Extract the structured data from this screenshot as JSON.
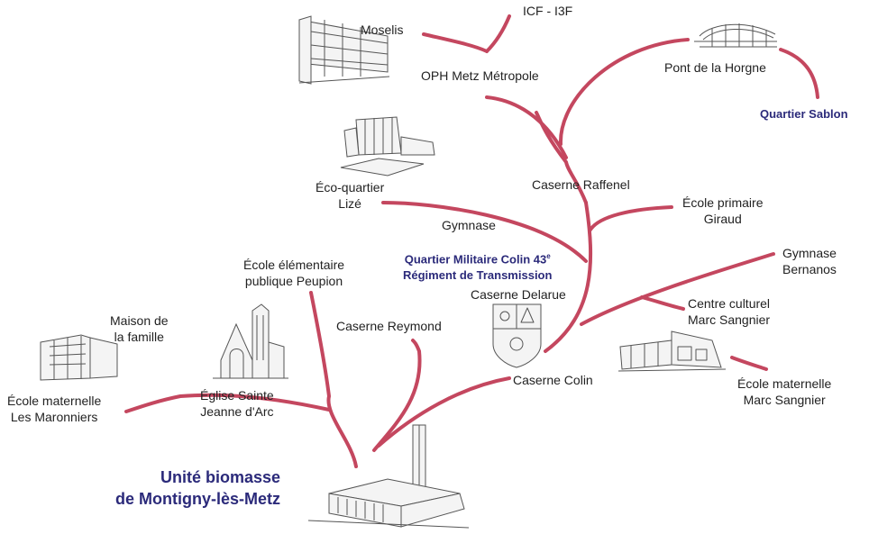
{
  "colors": {
    "branch": "#c4475f",
    "accent": "#2b2a7a",
    "text": "#222222",
    "sketch": "#555555"
  },
  "main": {
    "line1": "Unité biomasse",
    "line2": "de Montigny-lès-Metz"
  },
  "areas": {
    "sablon": "Quartier Sablon",
    "colin_line1": "Quartier Militaire Colin 43",
    "colin_sup": "e",
    "colin_line2": "Régiment de Transmission"
  },
  "nodes": {
    "moselis": "Moselis",
    "icf": "ICF - I3F",
    "oph": "OPH Metz Métropole",
    "pont": "Pont de la Horgne",
    "eco_l1": "Éco-quartier",
    "eco_l2": "Lizé",
    "raffenel": "Caserne Raffenel",
    "ecole_primaire_l1": "École primaire",
    "ecole_primaire_l2": "Giraud",
    "gymnase": "Gymnase",
    "gym_bernanos_l1": "Gymnase",
    "gym_bernanos_l2": "Bernanos",
    "peupion_l1": "École élémentaire",
    "peupion_l2": "publique Peupion",
    "delarue": "Caserne Delarue",
    "centre_l1": "Centre culturel",
    "centre_l2": "Marc Sangnier",
    "maison_l1": "Maison de",
    "maison_l2": "la famille",
    "reymond": "Caserne Reymond",
    "colin": "Caserne Colin",
    "maternelle_sangnier_l1": "École maternelle",
    "maternelle_sangnier_l2": "Marc Sangnier",
    "maronniers_l1": "École maternelle",
    "maronniers_l2": "Les Maronniers",
    "eglise_l1": "Église Sainte",
    "eglise_l2": "Jeanne d'Arc"
  }
}
